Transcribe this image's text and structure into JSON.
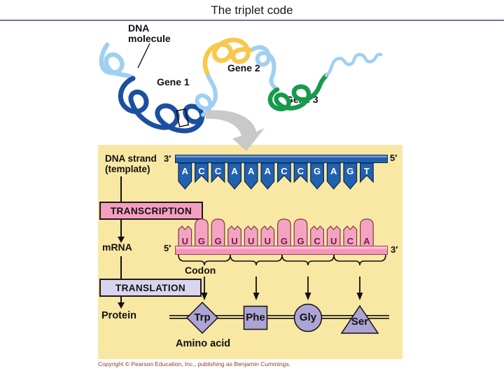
{
  "title": "The triplet code",
  "molecule": {
    "label": "DNA molecule",
    "genes": [
      {
        "label": "Gene 1"
      },
      {
        "label": "Gene 2"
      },
      {
        "label": "Gene 3"
      }
    ]
  },
  "diagram": {
    "dna_strand": {
      "label_line1": "DNA strand",
      "label_line2": "(template)",
      "left_end": "3′",
      "right_end": "5′",
      "bases": [
        {
          "letter": "A",
          "shape": "point"
        },
        {
          "letter": "C",
          "shape": "fork"
        },
        {
          "letter": "C",
          "shape": "fork"
        },
        {
          "letter": "A",
          "shape": "point"
        },
        {
          "letter": "A",
          "shape": "point"
        },
        {
          "letter": "A",
          "shape": "point"
        },
        {
          "letter": "C",
          "shape": "fork"
        },
        {
          "letter": "C",
          "shape": "fork"
        },
        {
          "letter": "G",
          "shape": "point"
        },
        {
          "letter": "A",
          "shape": "point"
        },
        {
          "letter": "G",
          "shape": "point"
        },
        {
          "letter": "T",
          "shape": "fork"
        }
      ]
    },
    "transcription_label": "TRANSCRIPTION",
    "mrna": {
      "label": "mRNA",
      "left_end": "5′",
      "right_end": "3′",
      "bases": [
        {
          "letter": "U",
          "shape": "notch"
        },
        {
          "letter": "G",
          "shape": "dome"
        },
        {
          "letter": "G",
          "shape": "dome"
        },
        {
          "letter": "U",
          "shape": "notch"
        },
        {
          "letter": "U",
          "shape": "notch"
        },
        {
          "letter": "U",
          "shape": "notch"
        },
        {
          "letter": "G",
          "shape": "dome"
        },
        {
          "letter": "G",
          "shape": "dome"
        },
        {
          "letter": "C",
          "shape": "notch"
        },
        {
          "letter": "U",
          "shape": "notch"
        },
        {
          "letter": "C",
          "shape": "notch"
        },
        {
          "letter": "A",
          "shape": "dome"
        }
      ],
      "codon_label": "Codon",
      "codons": [
        {
          "triplet": "UGG",
          "amino_acid": "Trp"
        },
        {
          "triplet": "UUU",
          "amino_acid": "Phe"
        },
        {
          "triplet": "GGC",
          "amino_acid": "Gly"
        },
        {
          "triplet": "UCA",
          "amino_acid": "Ser"
        }
      ]
    },
    "translation_label": "TRANSLATION",
    "protein": {
      "label": "Protein",
      "amino_acid_label": "Amino acid",
      "amino_acids": [
        {
          "name": "Trp",
          "shape": "diamond"
        },
        {
          "name": "Phe",
          "shape": "square"
        },
        {
          "name": "Gly",
          "shape": "circle"
        },
        {
          "name": "Ser",
          "shape": "triangle"
        }
      ]
    }
  },
  "copyright": "Copyright © Pearson Education, Inc., publishing as Benjamin Cummings.",
  "colors": {
    "title_rule": "#7070A5",
    "panel_bg": "#F8E8A3",
    "dna_blue": "#2161B0",
    "dna_blue_light": "#6C9AD6",
    "dna_outline": "#0A2A50",
    "dna_letter": "#FFFFFF",
    "mrna_pink": "#F795BB",
    "mrna_pink_light": "#FBC0D6",
    "mrna_tab_fill": "#F4A3C2",
    "mrna_outline": "#7A3B40",
    "mrna_letter": "#6E2239",
    "transcription_bg": "#F49FC0",
    "translation_bg": "#D9D5EF",
    "amino_purple": "#ACA4D5",
    "helix_light_blue": "#9FD0F2",
    "helix_dark_blue": "#1C4FA0",
    "helix_yellow": "#F7C84B",
    "helix_green": "#169A4C",
    "gray_arrow": "#C9C9C9",
    "copyright_color": "#8A4038"
  }
}
